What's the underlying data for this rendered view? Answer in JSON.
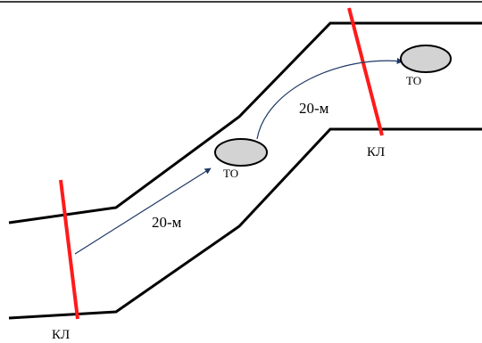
{
  "colors": {
    "road_edge": "#000000",
    "checkline": "#ff1a1a",
    "arrow": "#1f3864",
    "object_fill": "#d3d3d3",
    "object_stroke": "#000000"
  },
  "labels": {
    "distance_lower": "20-м",
    "distance_upper": "20-м",
    "object_middle": "ТО",
    "object_upper": "ТО",
    "checkline_left": "КЛ",
    "checkline_right": "КЛ"
  }
}
